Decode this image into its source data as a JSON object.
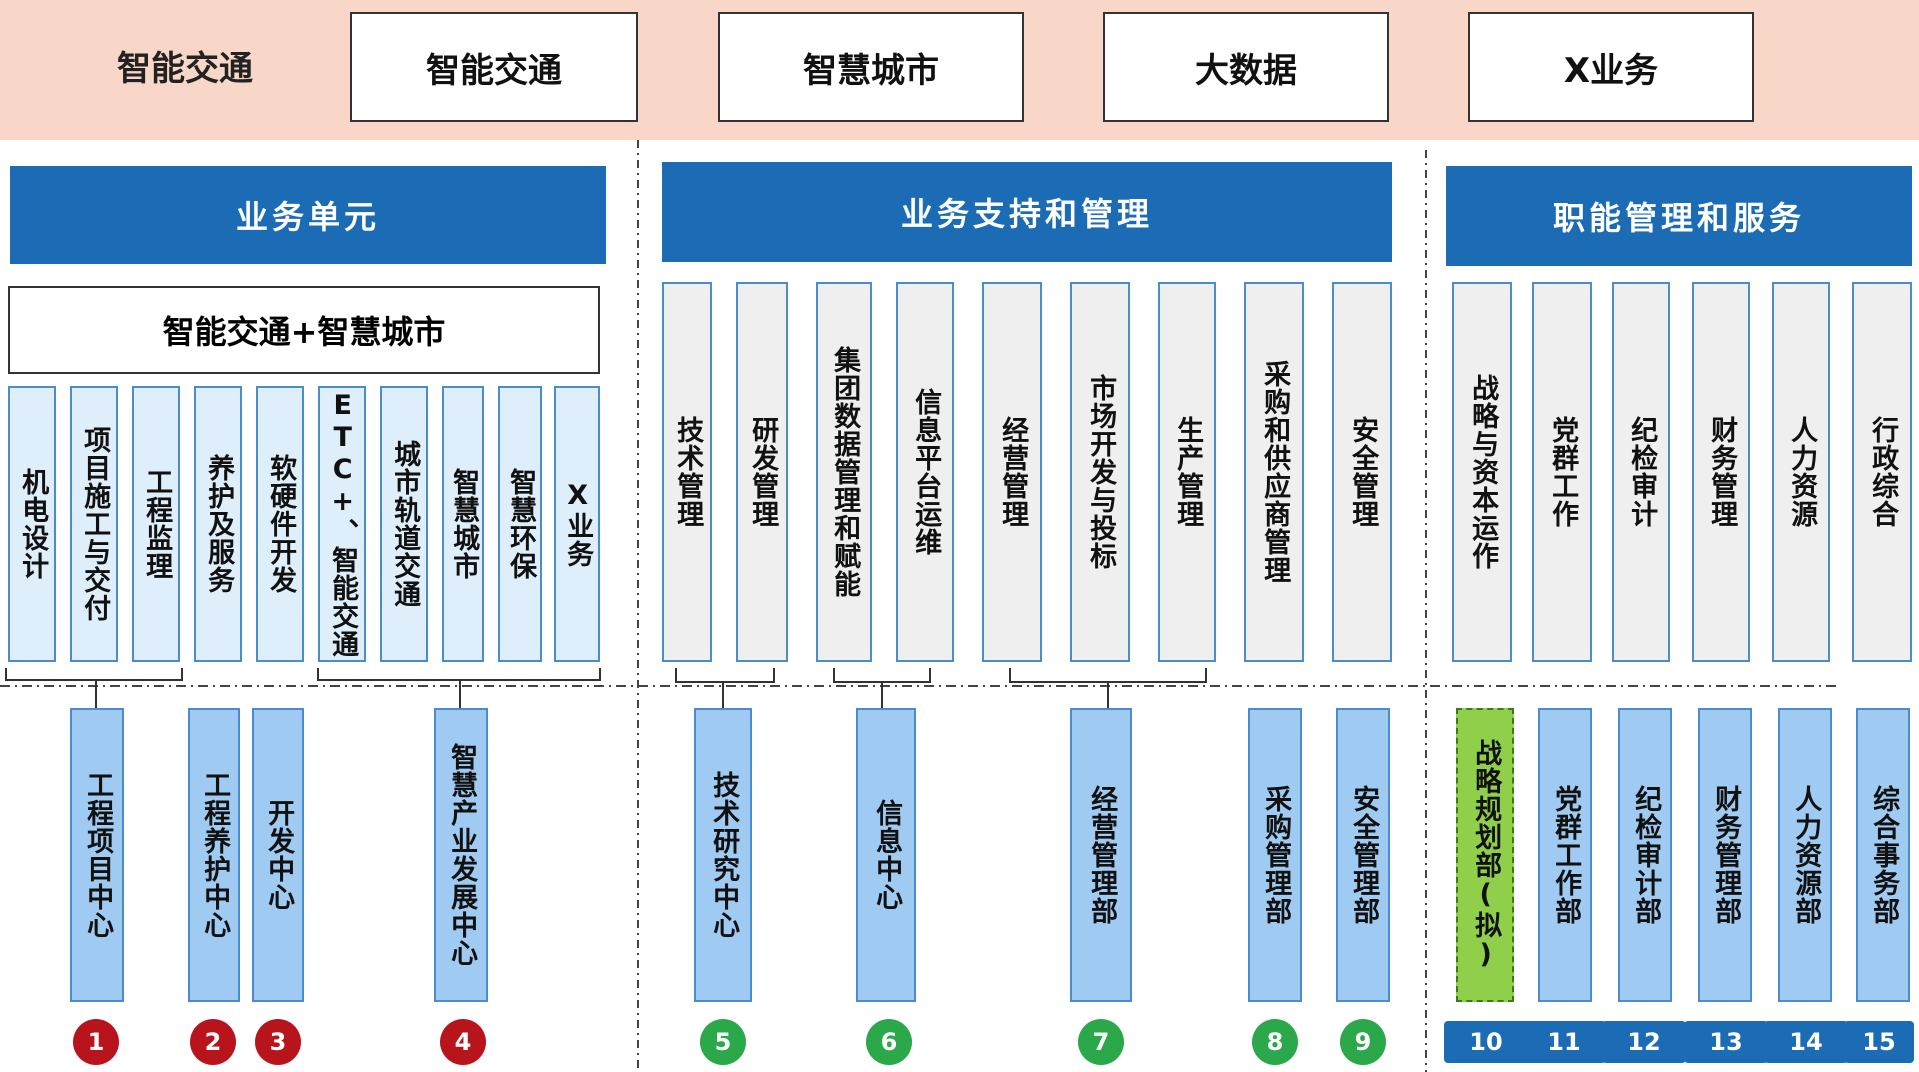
{
  "top_band": {
    "label": "智能交通",
    "boxes": [
      "智能交通",
      "智慧城市",
      "大数据",
      "X业务"
    ]
  },
  "sections": {
    "business_unit": "业务单元",
    "support": "业务支持和管理",
    "functional": "职能管理和服务"
  },
  "group_header": "智能交通+智慧城市",
  "functions": [
    "机电设计",
    "项目施工与交付",
    "工程监理",
    "养护及服务",
    "软硬件开发",
    "ETC+、智能交通",
    "城市轨道交通",
    "智慧城市",
    "智慧环保",
    "X业务",
    "技术管理",
    "研发管理",
    "集团数据管理和赋能",
    "信息平台运维",
    "经营管理",
    "市场开发与投标",
    "生产管理",
    "采购和供应商管理",
    "安全管理",
    "战略与资本运作",
    "党群工作",
    "纪检审计",
    "财务管理",
    "人力资源",
    "行政综合"
  ],
  "departments": [
    {
      "name": "工程项目中心",
      "num": "1"
    },
    {
      "name": "工程养护中心",
      "num": "2"
    },
    {
      "name": "开发中心",
      "num": "3"
    },
    {
      "name": "智慧产业发展中心",
      "num": "4"
    },
    {
      "name": "技术研究中心",
      "num": "5"
    },
    {
      "name": "信息中心",
      "num": "6"
    },
    {
      "name": "经营管理部",
      "num": "7"
    },
    {
      "name": "采购管理部",
      "num": "8"
    },
    {
      "name": "安全管理部",
      "num": "9"
    },
    {
      "name": "战略规划部(拟)",
      "num": "10"
    },
    {
      "name": "党群工作部",
      "num": "11"
    },
    {
      "name": "纪检审计部",
      "num": "12"
    },
    {
      "name": "财务管理部",
      "num": "13"
    },
    {
      "name": "人力资源部",
      "num": "14"
    },
    {
      "name": "综合事务部",
      "num": "15"
    }
  ],
  "colors": {
    "section_blue": "#1b6cb5",
    "band_peach": "#f8d7c8",
    "badge_red": "#b8141c",
    "badge_green": "#2aa84a",
    "badge_blue": "#1b6cb5",
    "proposed_green": "#8fcf4a"
  }
}
